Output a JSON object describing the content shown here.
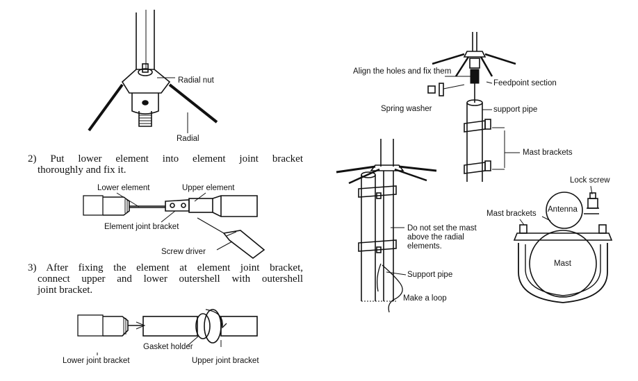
{
  "labels": {
    "radial_nut": "Radial nut",
    "radial": "Radial",
    "lower_element": "Lower element",
    "upper_element": "Upper element",
    "element_joint_bracket": "Element joint bracket",
    "screw_driver": "Screw driver",
    "gasket_holder": "Gasket holder",
    "lower_joint_bracket": "Lower joint bracket",
    "upper_joint_bracket": "Upper joint bracket",
    "align_holes": "Align the holes and fix them",
    "feedpoint_section": "Feedpoint section",
    "spring_washer": "Spring washer",
    "support_pipe_top": "support pipe",
    "mast_brackets_top": "Mast brackets",
    "lock_screw": "Lock screw",
    "mast_brackets_side": "Mast brackets",
    "antenna": "Antenna",
    "mast": "Mast",
    "do_not_set_1": "Do not set the mast",
    "do_not_set_2": "above the radial",
    "do_not_set_3": "elements.",
    "support_pipe": "Support pipe",
    "make_loop": "Make a loop"
  },
  "steps": {
    "step2_line1": "2) Put lower element into element joint bracket",
    "step2_line2": "thoroughly and fix it.",
    "step3_line1": "3) After fixing the element at element joint bracket,",
    "step3_line2": "connect upper and lower outershell with outershell",
    "step3_line3": "joint bracket."
  }
}
